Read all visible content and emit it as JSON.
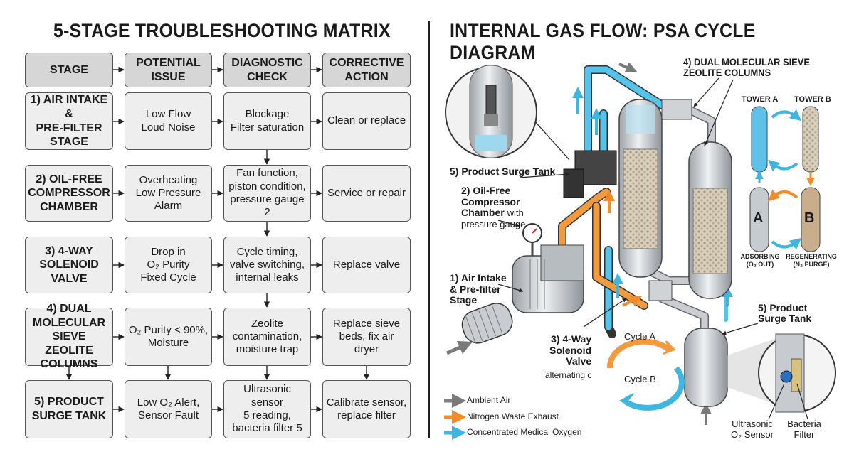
{
  "left_title": "5-STAGE TROUBLESHOOTING MATRIX",
  "right_title": "INTERNAL GAS FLOW: PSA CYCLE DIAGRAM",
  "matrix": {
    "headers": [
      "STAGE",
      "POTENTIAL\nISSUE",
      "DIAGNOSTIC\nCHECK",
      "CORRECTIVE\nACTION"
    ],
    "rows": [
      [
        "1) AIR INTAKE &\nPRE-FILTER\nSTAGE",
        "Low Flow\nLoud Noise",
        "Blockage\nFilter saturation",
        "Clean or replace"
      ],
      [
        "2) OIL-FREE\nCOMPRESSOR\nCHAMBER",
        "Overheating\nLow Pressure\nAlarm",
        "Fan function,\npiston condition,\npressure gauge 2",
        "Service or repair"
      ],
      [
        "3) 4-WAY\nSOLENOID\nVALVE",
        "Drop in\nO₂ Purity\nFixed Cycle",
        "Cycle timing,\nvalve switching,\ninternal leaks",
        "Replace valve"
      ],
      [
        "4) DUAL\nMOLECULAR\nSIEVE ZEOLITE\nCOLUMNS",
        "O₂ Purity < 90%,\nMoisture",
        "Zeolite\ncontamination,\nmoisture trap",
        "Replace sieve\nbeds, fix air dryer"
      ],
      [
        "5) PRODUCT\nSURGE TANK",
        "Low O₂ Alert,\nSensor Fault",
        "Ultrasonic sensor\n5 reading,\nbacteria filter 5",
        "Calibrate sensor,\nreplace filter"
      ]
    ]
  },
  "diagram": {
    "label_stage4": "4) DUAL MOLECULAR SIEVE\nZEOLITE COLUMNS",
    "label_stage5_left": "5) Product Surge Tank",
    "label_stage2_title": "2) Oil-Free\nCompressor\nChamber",
    "label_stage2_suffix": "with",
    "label_stage2_sub": "pressure gauge",
    "label_stage1": "1) Air Intake\n& Pre-filter\nStage",
    "label_stage3": "3) 4-Way\nSolenoid\nValve",
    "label_stage3_sub": "alternating c",
    "label_stage5_right": "5) Product\nSurge Tank",
    "cycle_a": "Cycle A",
    "cycle_b": "Cycle B",
    "tower_a_label": "TOWER A",
    "tower_b_label": "TOWER B",
    "tower_a_letter": "A",
    "tower_b_letter": "B",
    "adsorbing": "ADSORBING\n(O₂ OUT)",
    "regenerating": "REGENERATING\n(N₂ PURGE)",
    "sensor_label": "Ultrasonic\nO₂ Sensor",
    "filter_label": "Bacteria\nFilter",
    "legend": [
      {
        "label": "Ambient Air",
        "color": "#808080"
      },
      {
        "label": "Nitrogen Waste Exhaust",
        "color": "#f08c2a"
      },
      {
        "label": "Concentrated Medical Oxygen",
        "color": "#3fb6e0"
      }
    ]
  }
}
